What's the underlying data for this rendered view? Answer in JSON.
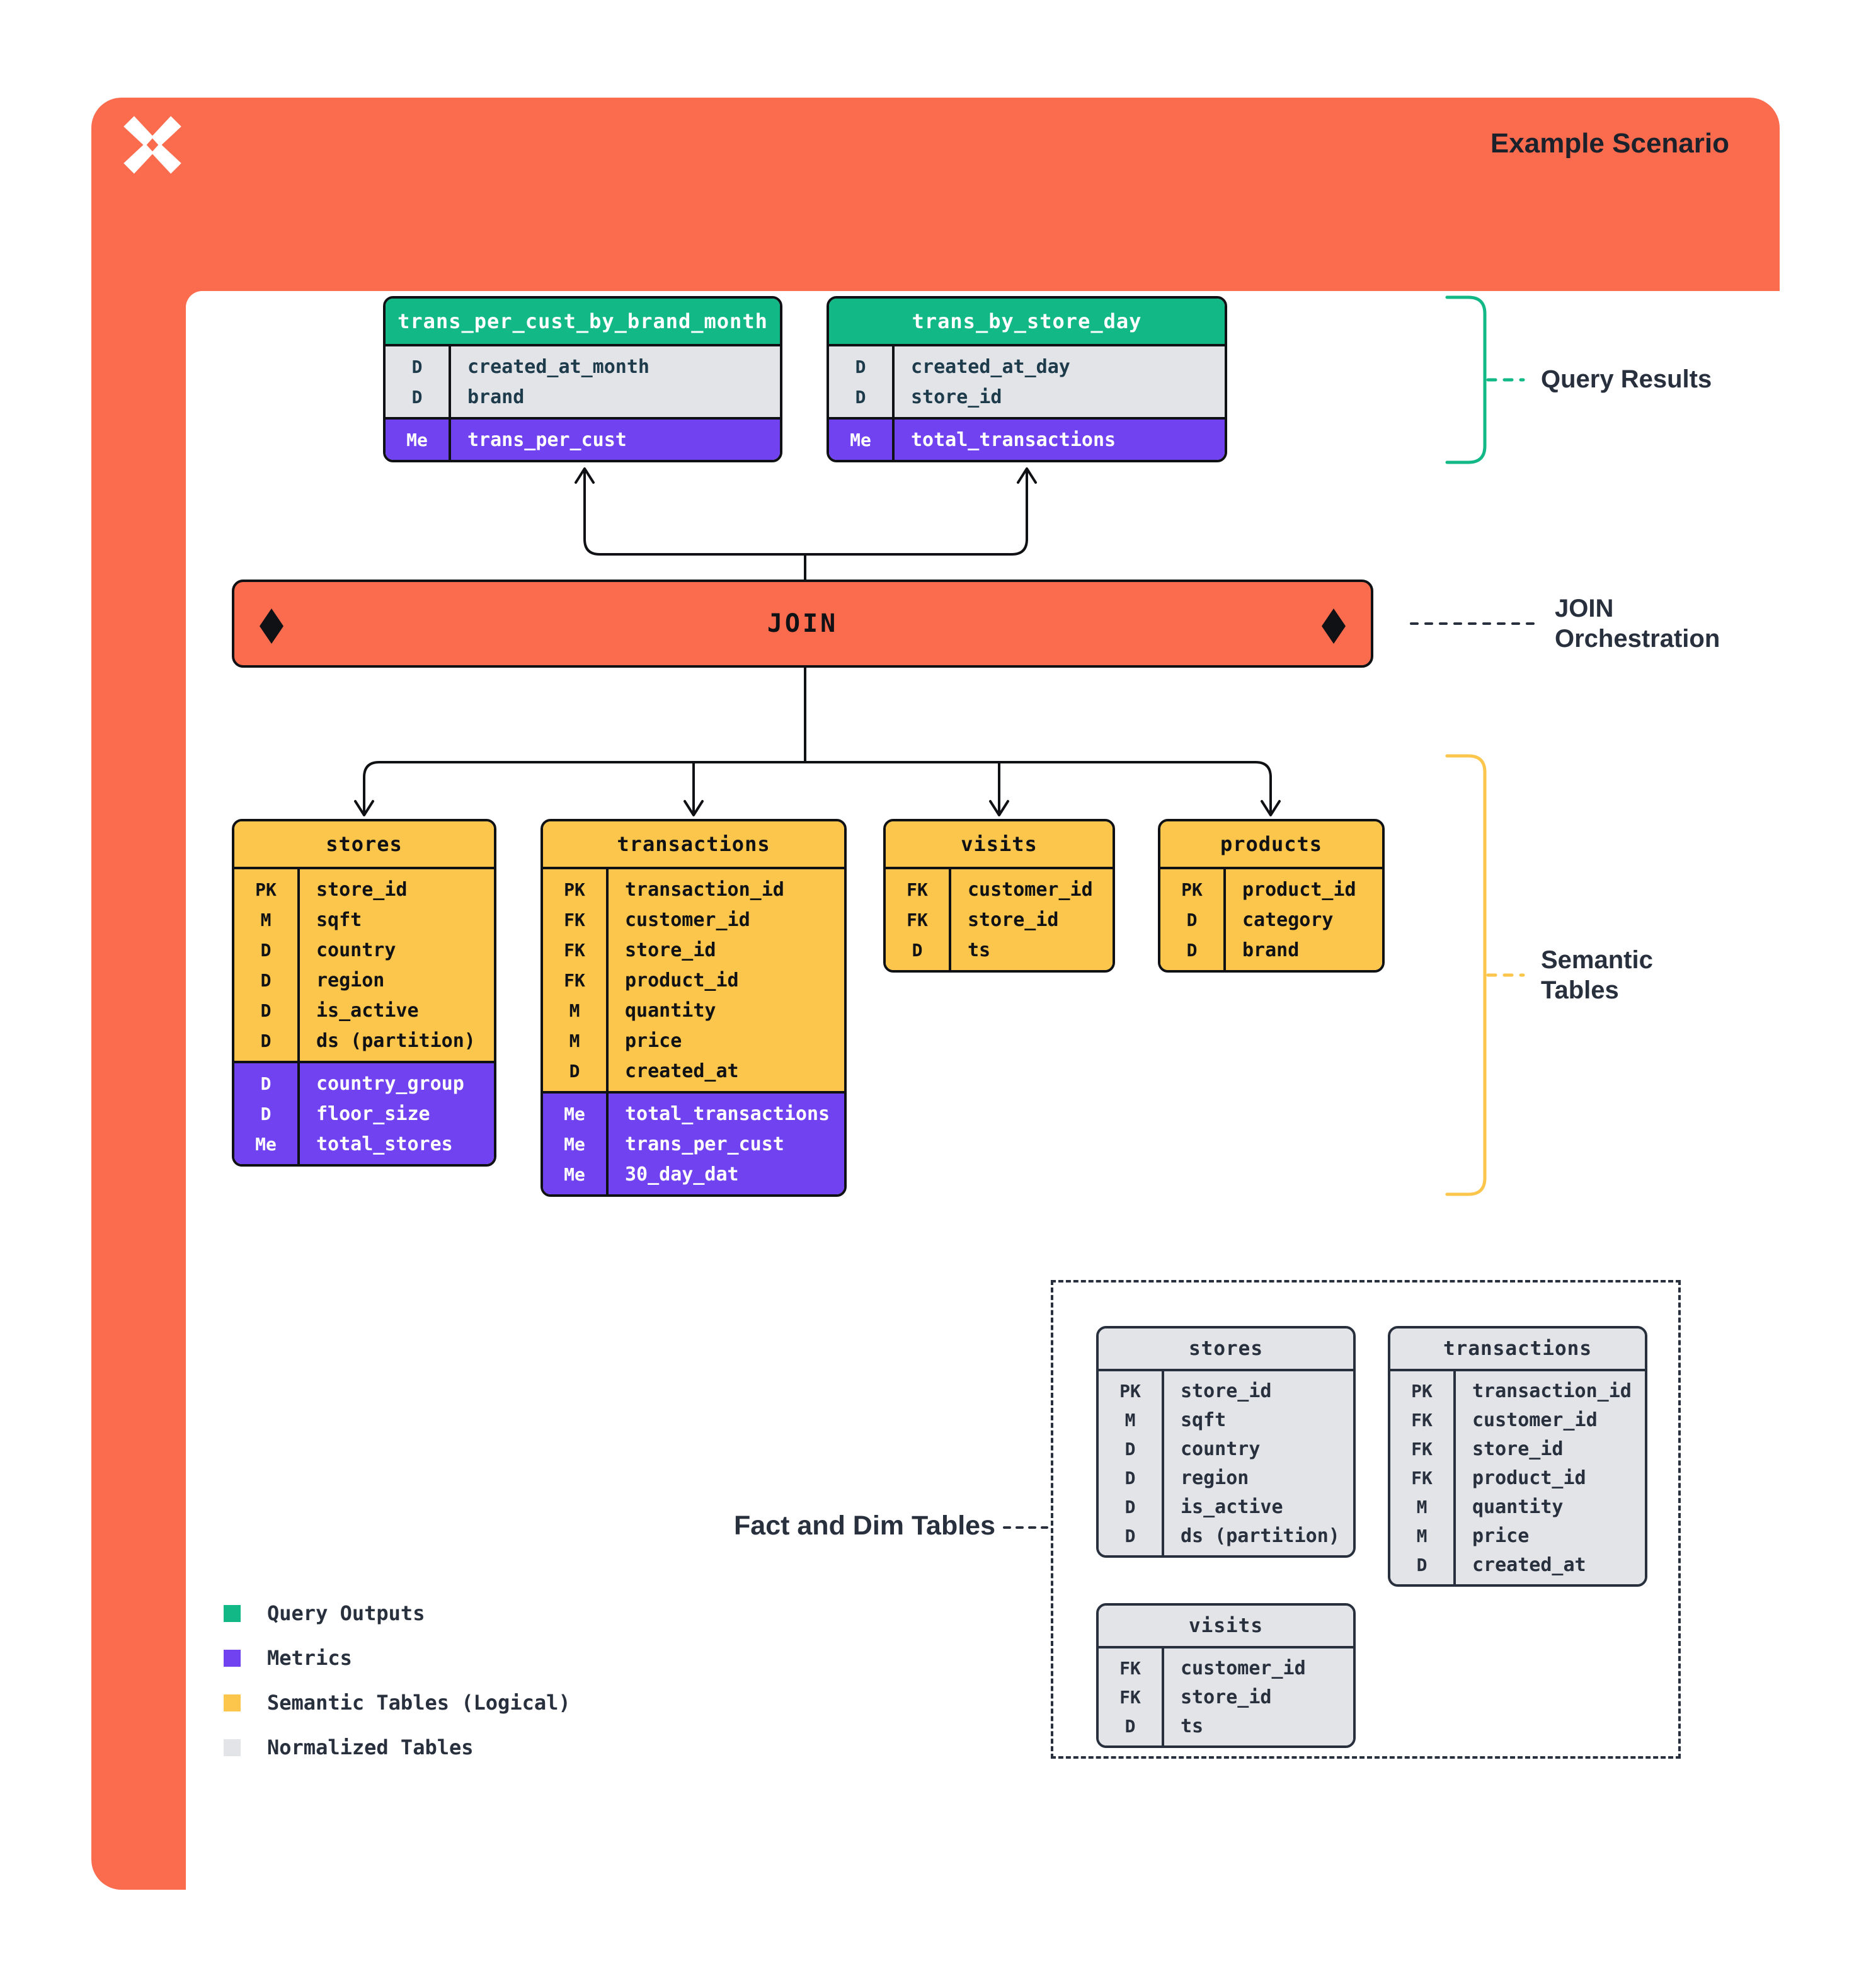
{
  "header": {
    "title": "Example Scenario",
    "logo_icon": "x-star-logo"
  },
  "join": {
    "label": "JOIN"
  },
  "annotations": {
    "query_results": "Query Results",
    "join_orchestration_line1": "JOIN",
    "join_orchestration_line2": "Orchestration",
    "semantic_line1": "Semantic",
    "semantic_line2": "Tables",
    "fact_dim": "Fact and Dim Tables"
  },
  "query_results_tables": [
    {
      "title": "trans_per_cust_by_brand_month",
      "sections": [
        {
          "kind": "dims",
          "rows": [
            [
              "D",
              "created_at_month"
            ],
            [
              "D",
              "brand"
            ]
          ]
        },
        {
          "kind": "metrics",
          "rows": [
            [
              "Me",
              "trans_per_cust"
            ]
          ]
        }
      ]
    },
    {
      "title": "trans_by_store_day",
      "sections": [
        {
          "kind": "dims",
          "rows": [
            [
              "D",
              "created_at_day"
            ],
            [
              "D",
              "store_id"
            ]
          ]
        },
        {
          "kind": "metrics",
          "rows": [
            [
              "Me",
              "total_transactions"
            ]
          ]
        }
      ]
    }
  ],
  "semantic_tables": [
    {
      "title": "stores",
      "sections": [
        {
          "kind": "fields",
          "rows": [
            [
              "PK",
              "store_id"
            ],
            [
              "M",
              "sqft"
            ],
            [
              "D",
              "country"
            ],
            [
              "D",
              "region"
            ],
            [
              "D",
              "is_active"
            ],
            [
              "D",
              "ds (partition)"
            ]
          ]
        },
        {
          "kind": "metrics",
          "rows": [
            [
              "D",
              "country_group"
            ],
            [
              "D",
              "floor_size"
            ],
            [
              "Me",
              "total_stores"
            ]
          ]
        }
      ]
    },
    {
      "title": "transactions",
      "sections": [
        {
          "kind": "fields",
          "rows": [
            [
              "PK",
              "transaction_id"
            ],
            [
              "FK",
              "customer_id"
            ],
            [
              "FK",
              "store_id"
            ],
            [
              "FK",
              "product_id"
            ],
            [
              "M",
              "quantity"
            ],
            [
              "M",
              "price"
            ],
            [
              "D",
              "created_at"
            ]
          ]
        },
        {
          "kind": "metrics",
          "rows": [
            [
              "Me",
              "total_transactions"
            ],
            [
              "Me",
              "trans_per_cust"
            ],
            [
              "Me",
              "30_day_dat"
            ]
          ]
        }
      ]
    },
    {
      "title": "visits",
      "sections": [
        {
          "kind": "fields",
          "rows": [
            [
              "FK",
              "customer_id"
            ],
            [
              "FK",
              "store_id"
            ],
            [
              "D",
              "ts"
            ]
          ]
        },
        {
          "kind": "metrics",
          "rows": []
        }
      ]
    },
    {
      "title": "products",
      "sections": [
        {
          "kind": "fields",
          "rows": [
            [
              "PK",
              "product_id"
            ],
            [
              "D",
              "category"
            ],
            [
              "D",
              "brand"
            ]
          ]
        },
        {
          "kind": "metrics",
          "rows": []
        }
      ]
    }
  ],
  "normalized_tables": [
    {
      "title": "stores",
      "sections": [
        {
          "kind": "fields",
          "rows": [
            [
              "PK",
              "store_id"
            ],
            [
              "M",
              "sqft"
            ],
            [
              "D",
              "country"
            ],
            [
              "D",
              "region"
            ],
            [
              "D",
              "is_active"
            ],
            [
              "D",
              "ds (partition)"
            ]
          ]
        }
      ]
    },
    {
      "title": "transactions",
      "sections": [
        {
          "kind": "fields",
          "rows": [
            [
              "PK",
              "transaction_id"
            ],
            [
              "FK",
              "customer_id"
            ],
            [
              "FK",
              "store_id"
            ],
            [
              "FK",
              "product_id"
            ],
            [
              "M",
              "quantity"
            ],
            [
              "M",
              "price"
            ],
            [
              "D",
              "created_at"
            ]
          ]
        }
      ]
    },
    {
      "title": "visits",
      "sections": [
        {
          "kind": "fields",
          "rows": [
            [
              "FK",
              "customer_id"
            ],
            [
              "FK",
              "store_id"
            ],
            [
              "D",
              "ts"
            ]
          ]
        }
      ]
    }
  ],
  "legend": {
    "items": [
      {
        "label": "Query Outputs",
        "color": "#12B886"
      },
      {
        "label": "Metrics",
        "color": "#7142F0"
      },
      {
        "label": "Semantic Tables (Logical)",
        "color": "#FBC64B"
      },
      {
        "label": "Normalized Tables",
        "color": "#E2E4E8"
      }
    ]
  },
  "colors": {
    "orange": "#FB6C4F",
    "green": "#12B886",
    "purple": "#7142F0",
    "yellow": "#FBC64B",
    "gray": "#E2E4E8",
    "navy": "#28303E",
    "ink": "#0F1115"
  }
}
